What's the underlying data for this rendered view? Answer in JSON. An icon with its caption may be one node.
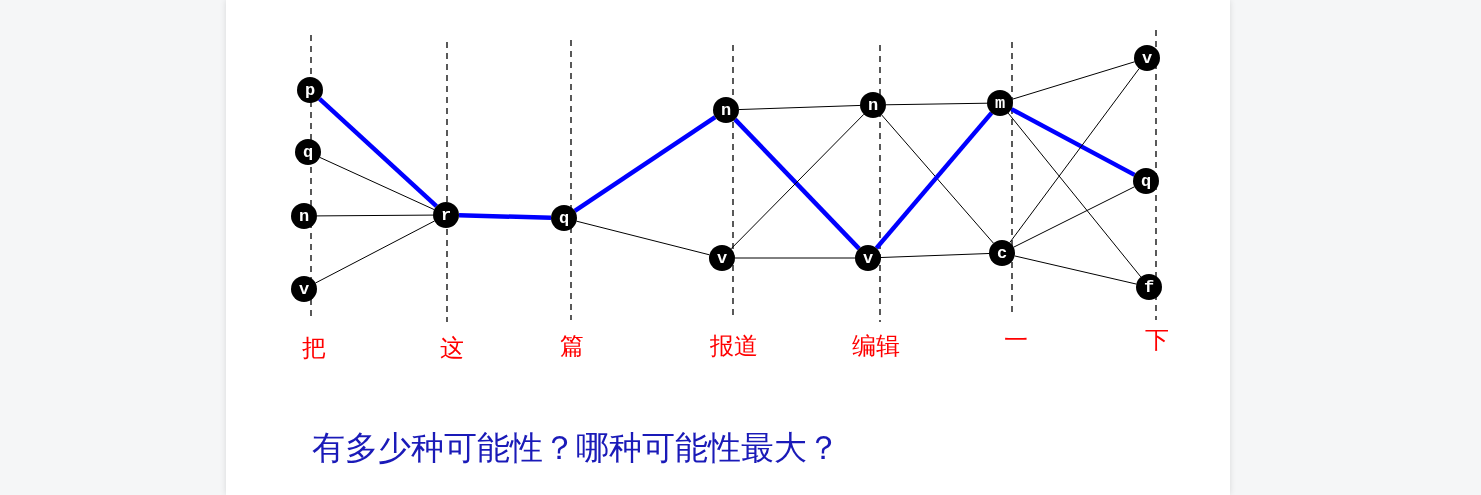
{
  "diagram": {
    "caption": "有多少种可能性？哪种可能性最大？",
    "nodes": [
      {
        "text": [
          "p"
        ]
      },
      {
        "text": [
          "q"
        ]
      },
      {
        "text": [
          "n"
        ]
      },
      {
        "text": [
          "v"
        ]
      },
      {
        "text": [
          "r"
        ]
      },
      {
        "text": [
          "q"
        ]
      },
      {
        "text": [
          "n"
        ]
      },
      {
        "text": [
          "v"
        ]
      },
      {
        "text": [
          "n"
        ]
      },
      {
        "text": [
          "v"
        ]
      },
      {
        "text": [
          "m"
        ]
      },
      {
        "text": [
          "c"
        ]
      },
      {
        "text": [
          "v"
        ]
      },
      {
        "text": [
          "q"
        ]
      },
      {
        "text": [
          "f"
        ]
      }
    ],
    "edges": [
      {
        "from": 0,
        "to": 4,
        "arrow": "none",
        "style": "thick",
        "color": "#0000ff"
      },
      {
        "from": 1,
        "to": 4,
        "arrow": "none"
      },
      {
        "from": 2,
        "to": 4,
        "arrow": "none"
      },
      {
        "from": 3,
        "to": 4,
        "arrow": "none"
      },
      {
        "from": 4,
        "to": 5,
        "arrow": "none",
        "style": "thick",
        "color": "#0000ff"
      },
      {
        "from": 5,
        "to": 6,
        "arrow": "none",
        "style": "thick",
        "color": "#0000ff"
      },
      {
        "from": 5,
        "to": 7,
        "arrow": "none"
      },
      {
        "from": 6,
        "to": 8,
        "arrow": "none"
      },
      {
        "from": 6,
        "to": 9,
        "arrow": "none",
        "style": "thick",
        "color": "#0000ff"
      },
      {
        "from": 7,
        "to": 8,
        "arrow": "none"
      },
      {
        "from": 7,
        "to": 9,
        "arrow": "none"
      },
      {
        "from": 8,
        "to": 10,
        "arrow": "none"
      },
      {
        "from": 8,
        "to": 11,
        "arrow": "none"
      },
      {
        "from": 9,
        "to": 10,
        "arrow": "none",
        "style": "thick",
        "color": "#0000ff"
      },
      {
        "from": 9,
        "to": 11,
        "arrow": "none"
      },
      {
        "from": 10,
        "to": 12,
        "arrow": "none"
      },
      {
        "from": 10,
        "to": 13,
        "arrow": "none",
        "style": "thick",
        "color": "#0000ff"
      },
      {
        "from": 10,
        "to": 14,
        "arrow": "none"
      },
      {
        "from": 11,
        "to": 12,
        "arrow": "none"
      },
      {
        "from": 11,
        "to": 13,
        "arrow": "none"
      },
      {
        "from": 11,
        "to": 14,
        "arrow": "none"
      }
    ],
    "labels": [
      "把",
      "这",
      "篇",
      "报道",
      "编辑",
      "一",
      "下"
    ]
  }
}
